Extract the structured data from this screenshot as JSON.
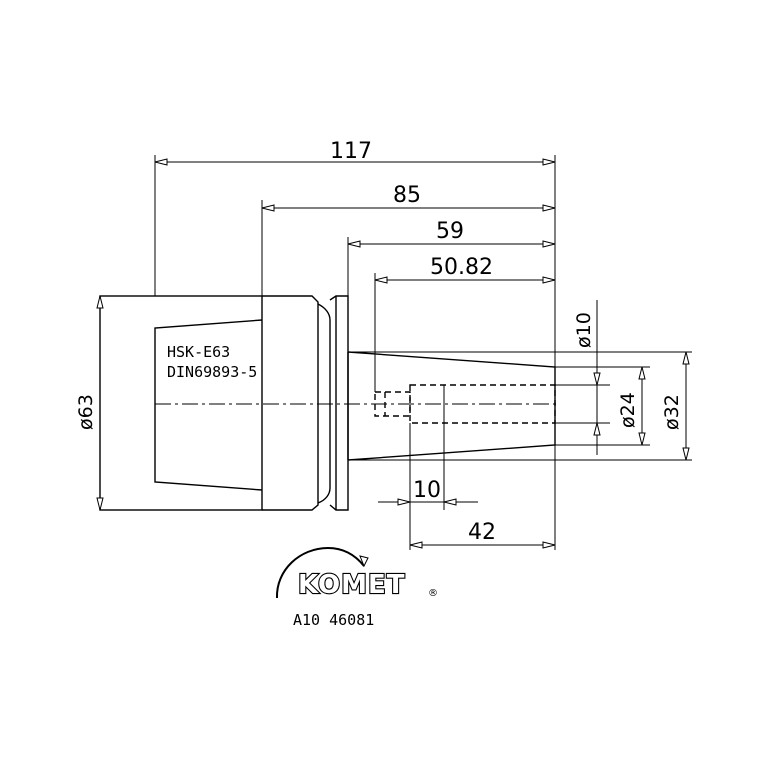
{
  "dimensions": {
    "overall_length": "117",
    "length_85": "85",
    "length_59": "59",
    "length_50_82": "50.82",
    "d10": "ø10",
    "d24": "ø24",
    "d32": "ø32",
    "d63": "ø63",
    "length_10": "10",
    "length_42": "42"
  },
  "part": {
    "line1": "HSK-E63",
    "line2": "DIN69893-5"
  },
  "logo": {
    "brand": "KOMET",
    "mark": "®"
  },
  "article_number": "A10 46081"
}
